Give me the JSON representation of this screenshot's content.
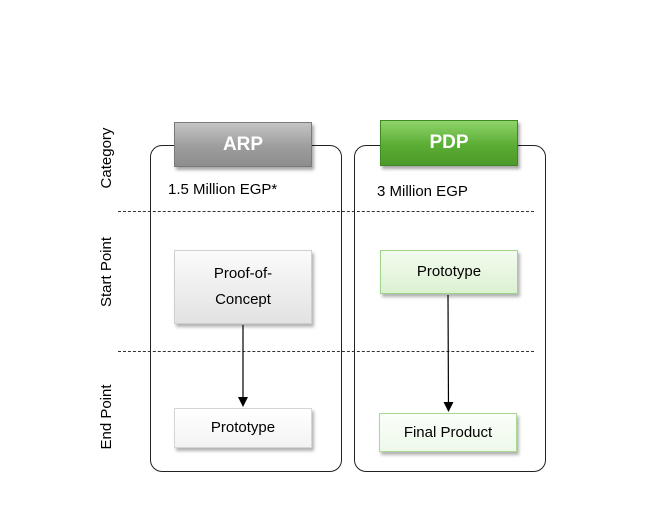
{
  "rows": {
    "category": "Category",
    "start_point": "Start Point",
    "end_point": "End Point"
  },
  "columns": {
    "arp": {
      "header": "ARP",
      "budget": "1.5 Million EGP*",
      "start": "Proof-of-Concept",
      "end": "Prototype"
    },
    "pdp": {
      "header": "PDP",
      "budget": "3 Million EGP",
      "start": "Prototype",
      "end": "Final Product"
    }
  },
  "colors": {
    "arp_header": "#9d9d9d",
    "pdp_header": "#5aad34",
    "outline": "#222222"
  }
}
